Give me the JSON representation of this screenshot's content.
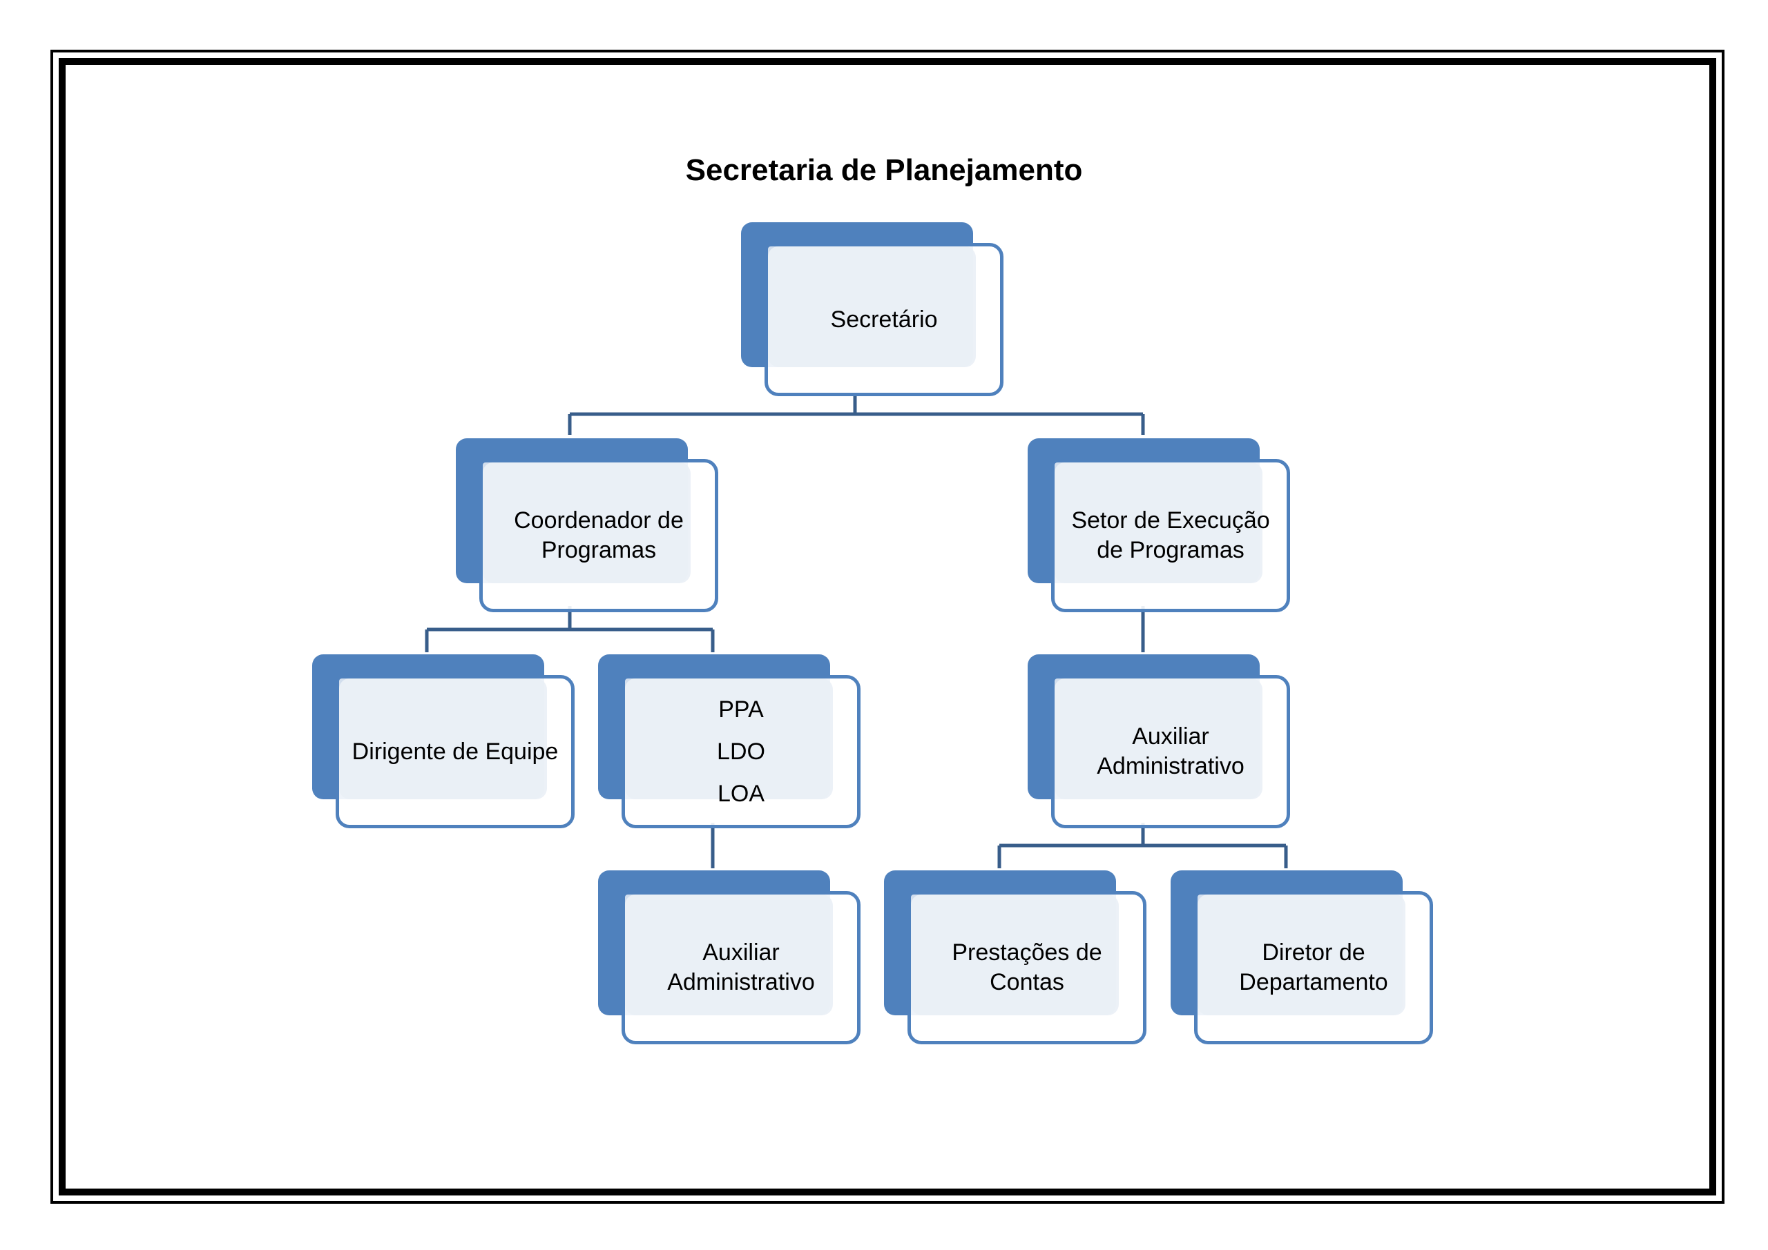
{
  "title": "Secretaria de Planejamento",
  "colors": {
    "box_fill": "#4f81bd",
    "box_border": "#4f81bd",
    "box_face": "#e9eef6",
    "connector": "#385d8a"
  },
  "nodes": {
    "secretario": {
      "label": "Secretário"
    },
    "coordenador": {
      "label": "Coordenador de Programas"
    },
    "setor_execucao": {
      "label": "Setor de Execução de Programas"
    },
    "dirigente": {
      "label": "Dirigente de Equipe"
    },
    "ppa_ldo_loa": {
      "items": [
        "PPA",
        "LDO",
        "LOA"
      ]
    },
    "auxiliar_left": {
      "label": "Auxiliar Administrativo"
    },
    "auxiliar_right": {
      "label": "Auxiliar Administrativo"
    },
    "prestacoes": {
      "label": "Prestações de Contas"
    },
    "diretor": {
      "label": "Diretor de Departamento"
    }
  }
}
